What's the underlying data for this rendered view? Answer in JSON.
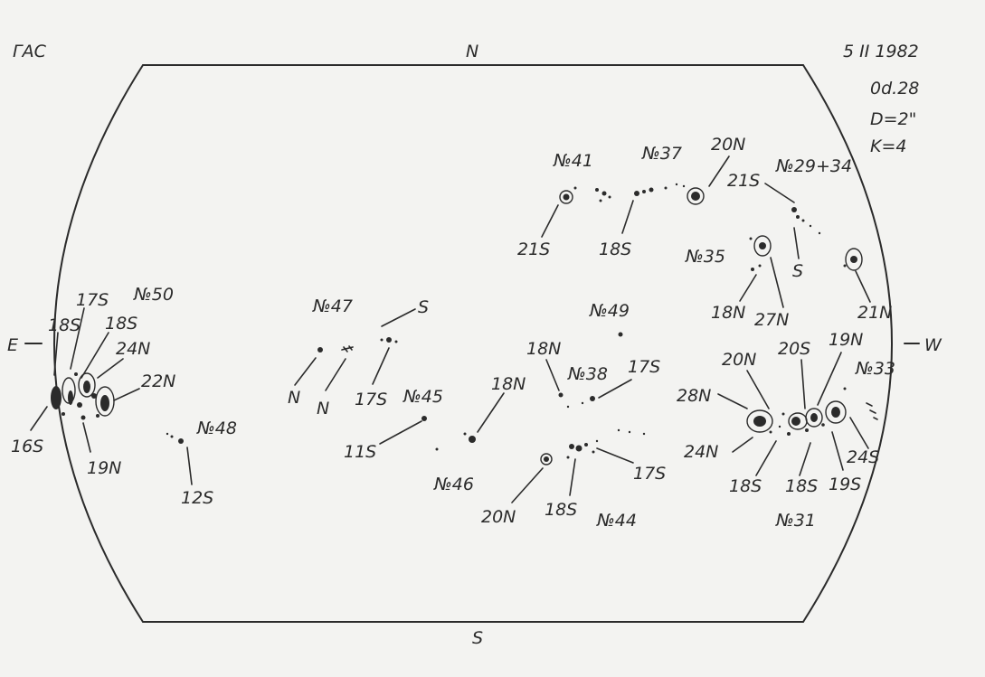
{
  "header": {
    "observatory": "ГАС",
    "date": "5 II 1982",
    "time": "0d.28",
    "diameter": "D=2\"",
    "coefficient": "K=4"
  },
  "directions": {
    "north": "N",
    "south": "S",
    "east": "E",
    "west": "W"
  },
  "groups": {
    "g50": "№50",
    "g47": "№47",
    "g48": "№48",
    "g45": "№45",
    "g46": "№46",
    "g41": "№41",
    "g37": "№37",
    "g29_34": "№29+34",
    "g35": "№35",
    "g49": "№49",
    "g38": "№38",
    "g44": "№44",
    "g33": "№33",
    "g31": "№31"
  },
  "latitudes": {
    "l1": "18S",
    "l2": "17S",
    "l3": "18S",
    "l4": "24N",
    "l5": "22N",
    "l6": "16S",
    "l7": "19N",
    "l8": "12S",
    "l9": "S",
    "l10": "N",
    "l11": "N",
    "l12": "17S",
    "l13": "11S",
    "l14": "18N",
    "l15": "21S",
    "l16": "18S",
    "l17": "20N",
    "l18": "21S",
    "l19": "S",
    "l20": "18N",
    "l21": "27N",
    "l22": "21N",
    "l23": "18N",
    "l24": "17S",
    "l25": "20N",
    "l26": "18S",
    "l27": "17S",
    "l28": "20N",
    "l29": "20S",
    "l30": "19N",
    "l31": "28N",
    "l32": "24N",
    "l33": "18S",
    "l34": "18S",
    "l35": "19S",
    "l36": "24S"
  }
}
